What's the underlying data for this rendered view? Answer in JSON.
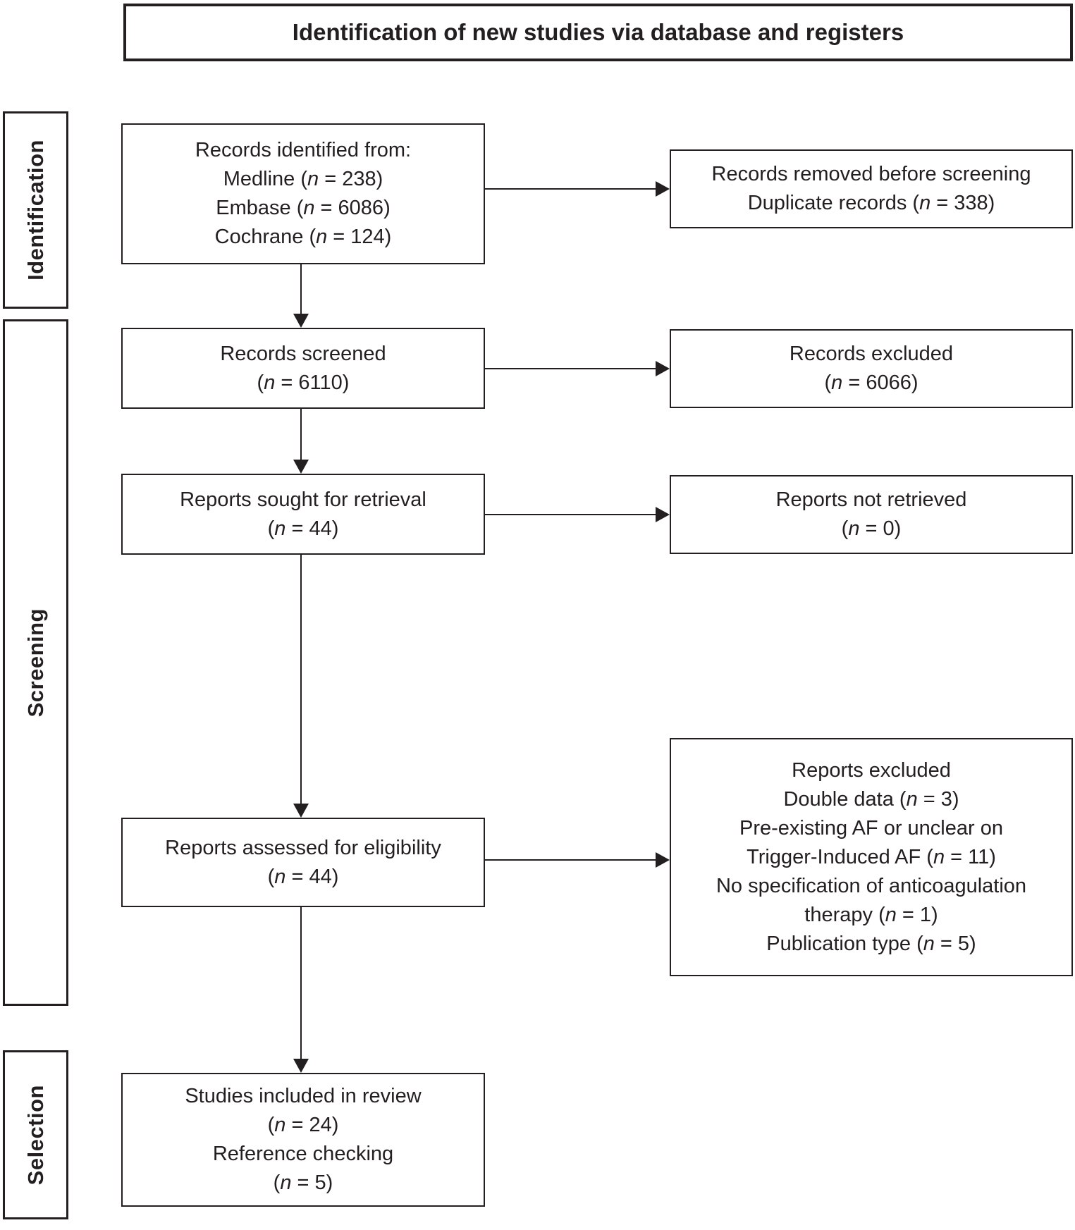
{
  "title": "Identification of new studies via database and registers",
  "colors": {
    "ink": "#231f20",
    "background": "#ffffff"
  },
  "sidebar": {
    "phases": [
      {
        "label": "Identification"
      },
      {
        "label": "Screening"
      },
      {
        "label": "Selection"
      }
    ]
  },
  "flow": {
    "main": [
      {
        "name": "records-identified",
        "lines": [
          "Records identified from:",
          "Medline (n = 238)",
          "Embase (n = 6086)",
          "Cochrane (n = 124)"
        ]
      },
      {
        "name": "records-screened",
        "lines": [
          "Records screened",
          "(n = 6110)"
        ]
      },
      {
        "name": "reports-sought",
        "lines": [
          "Reports sought for retrieval",
          "(n = 44)"
        ]
      },
      {
        "name": "reports-assessed",
        "lines": [
          "Reports assessed for eligibility",
          "(n = 44)"
        ]
      },
      {
        "name": "studies-included",
        "lines": [
          "Studies included in review",
          "(n = 24)",
          "Reference checking",
          "(n = 5)"
        ]
      }
    ],
    "side": [
      {
        "name": "records-removed",
        "lines": [
          "Records removed before screening",
          "Duplicate records (n = 338)"
        ]
      },
      {
        "name": "records-excluded",
        "lines": [
          "Records excluded",
          "(n = 6066)"
        ]
      },
      {
        "name": "reports-not-retrieved",
        "lines": [
          "Reports not retrieved",
          "(n = 0)"
        ]
      },
      {
        "name": "reports-excluded",
        "lines": [
          "Reports excluded",
          "Double data (n = 3)",
          "Pre-existing AF or unclear on",
          "Trigger-Induced AF (n = 11)",
          "No specification of anticoagulation",
          "therapy (n = 1)",
          "Publication type (n = 5)"
        ]
      }
    ]
  }
}
